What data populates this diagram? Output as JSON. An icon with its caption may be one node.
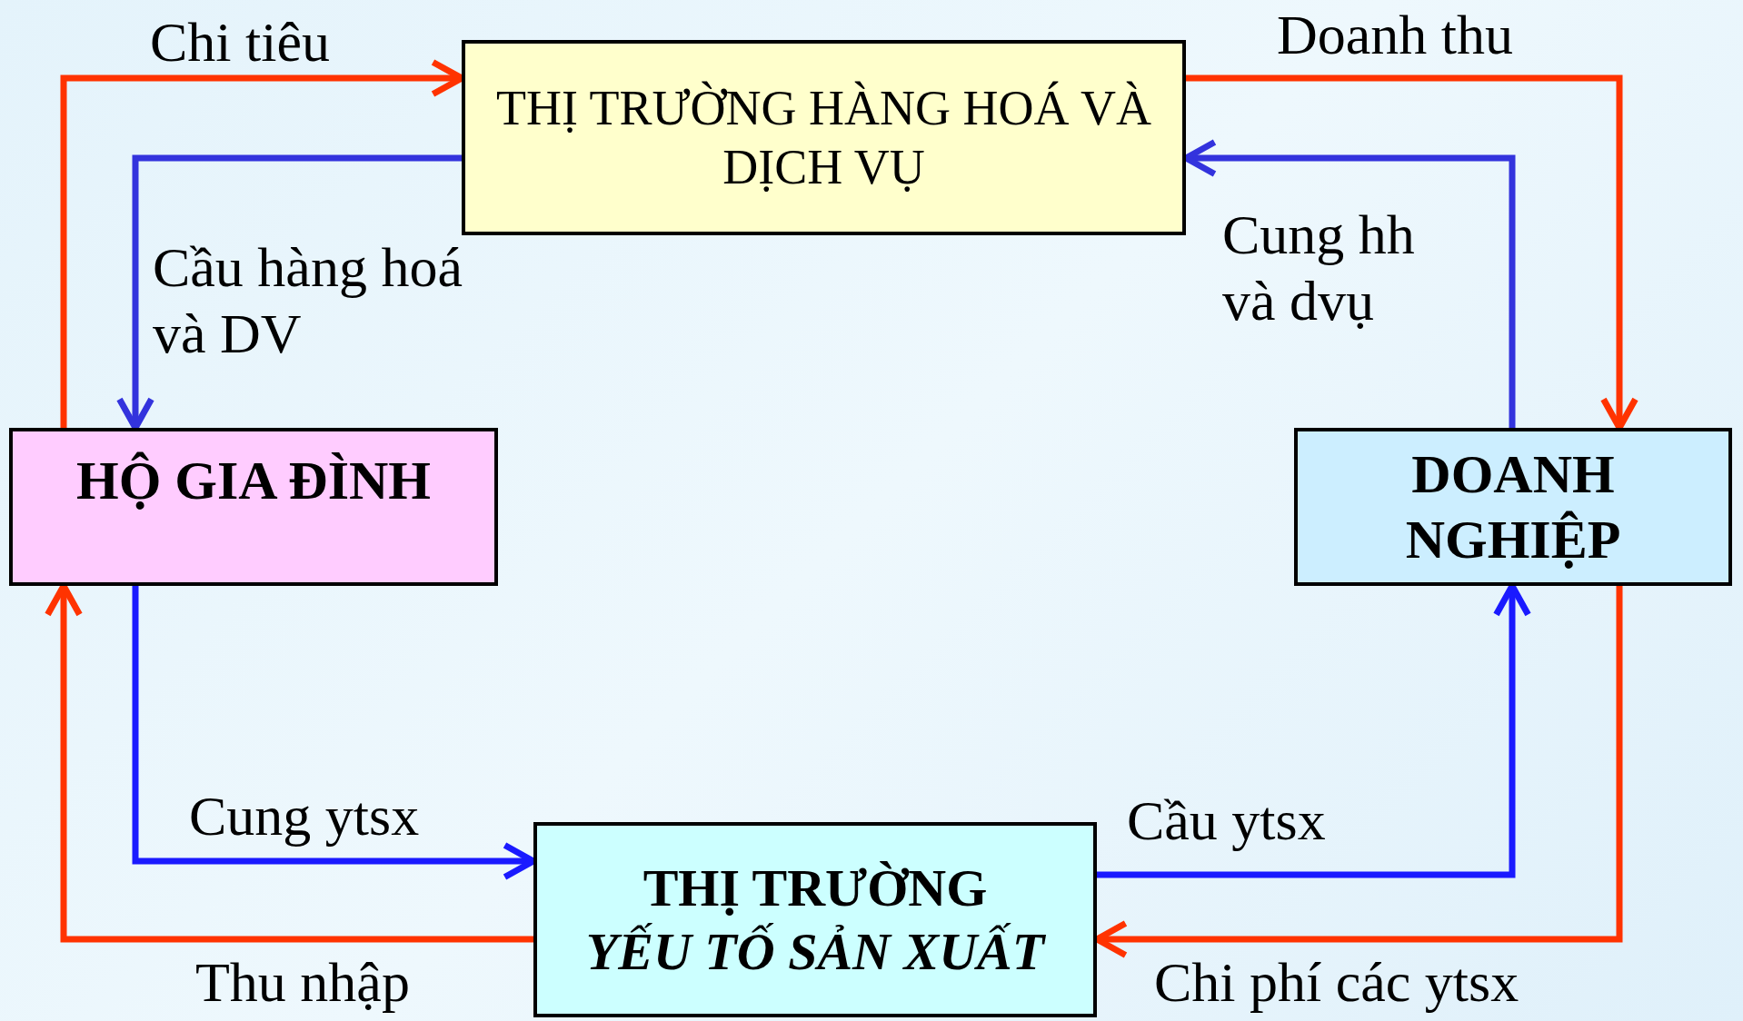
{
  "diagram": {
    "nodes": [
      {
        "text": [
          "THỊ TRƯỜNG HÀNG HOÁ VÀ DỊCH VỤ"
        ]
      },
      {
        "text": [
          "HỘ GIA ĐÌNH"
        ]
      },
      {
        "text": [
          "DOANH NGHIỆP"
        ]
      },
      {
        "text": [
          "THỊ TRƯỜNG",
          "YẾU TỐ SẢN XUẤT"
        ]
      }
    ],
    "edges": [
      {
        "from": 1,
        "to": 0,
        "arrow": "to",
        "label": "Chi tiêu",
        "color": "#ff3300"
      },
      {
        "from": 0,
        "to": 1,
        "arrow": "to",
        "label": "Cầu hàng hoá và DV",
        "color": "#3333dd"
      },
      {
        "from": 0,
        "to": 2,
        "arrow": "to",
        "label": "Doanh thu",
        "color": "#ff3300"
      },
      {
        "from": 2,
        "to": 0,
        "arrow": "to",
        "label": "Cung hh và dvụ",
        "color": "#3333dd"
      },
      {
        "from": 1,
        "to": 3,
        "arrow": "to",
        "label": "Cung ytsx",
        "color": "#1a1aff"
      },
      {
        "from": 3,
        "to": 1,
        "arrow": "to",
        "label": "Thu nhập",
        "color": "#ff3300"
      },
      {
        "from": 3,
        "to": 2,
        "arrow": "to",
        "label": "Cầu ytsx",
        "color": "#1a1aff"
      },
      {
        "from": 2,
        "to": 3,
        "arrow": "to",
        "label": "Chi phí các ytsx",
        "color": "#ff3300"
      }
    ]
  }
}
